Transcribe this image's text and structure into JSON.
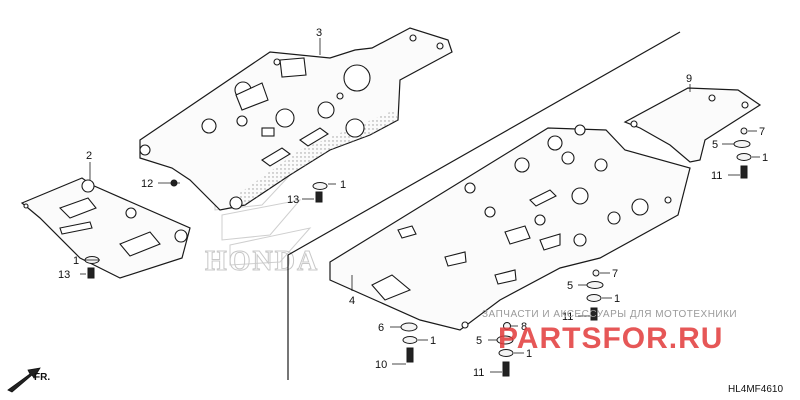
{
  "diagram": {
    "code": "HL4MF4610",
    "direction_label": "FR.",
    "logo_text": "HONDA",
    "watermark": {
      "subtitle": "ЗАПЧАСТИ И АКСЕССУАРЫ ДЛЯ МОТОТЕХНИКИ",
      "brand": "PARTSFOR.RU"
    },
    "labels": {
      "p1a": "1",
      "p1b": "1",
      "p1c": "1",
      "p1d": "1",
      "p1e": "1",
      "p1f": "1",
      "p2": "2",
      "p3": "3",
      "p4": "4",
      "p5a": "5",
      "p5b": "5",
      "p5c": "5",
      "p6": "6",
      "p7a": "7",
      "p7b": "7",
      "p8": "8",
      "p9": "9",
      "p10": "10",
      "p11a": "11",
      "p11b": "11",
      "p11c": "11",
      "p12": "12",
      "p13a": "13",
      "p13b": "13"
    }
  }
}
